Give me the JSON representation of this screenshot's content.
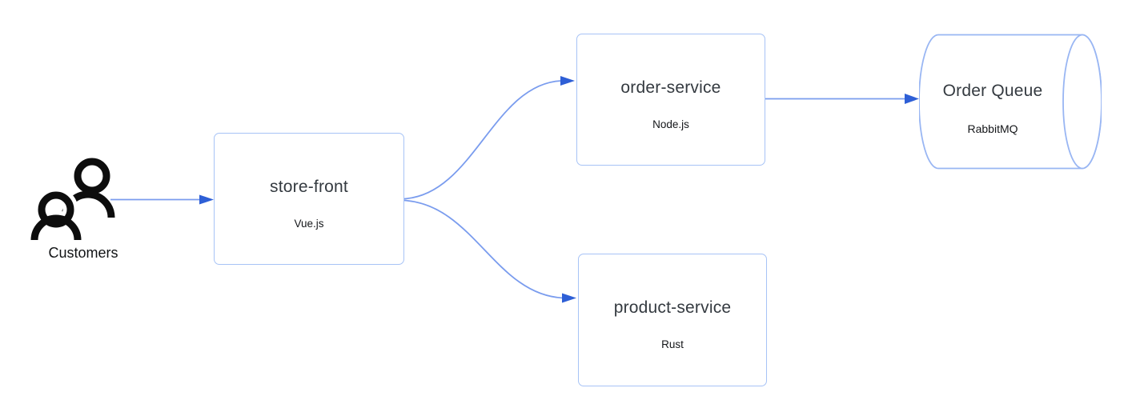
{
  "diagram": {
    "actor": {
      "label": "Customers",
      "icon": "users-icon"
    },
    "nodes": [
      {
        "title": "store-front",
        "subtitle": "Vue.js",
        "shape": "rounded-rect"
      },
      {
        "title": "order-service",
        "subtitle": "Node.js",
        "shape": "rounded-rect"
      },
      {
        "title": "product-service",
        "subtitle": "Rust",
        "shape": "rounded-rect"
      },
      {
        "title": "Order Queue",
        "subtitle": "RabbitMQ",
        "shape": "cylinder"
      }
    ],
    "edges": [
      {
        "from": "Customers",
        "to": "store-front",
        "style": "straight-arrow"
      },
      {
        "from": "store-front",
        "to": "order-service",
        "style": "curved-arrow"
      },
      {
        "from": "store-front",
        "to": "product-service",
        "style": "curved-arrow"
      },
      {
        "from": "order-service",
        "to": "Order Queue",
        "style": "straight-arrow"
      }
    ],
    "colors": {
      "background": "#ffffff",
      "node_border": "#a7c3f6",
      "edge_line": "#7a9cee",
      "arrowhead": "#2e5fd6",
      "title_text": "#343a40",
      "subtitle_text": "#141619",
      "actor_icon": "#0d0d0d"
    }
  }
}
